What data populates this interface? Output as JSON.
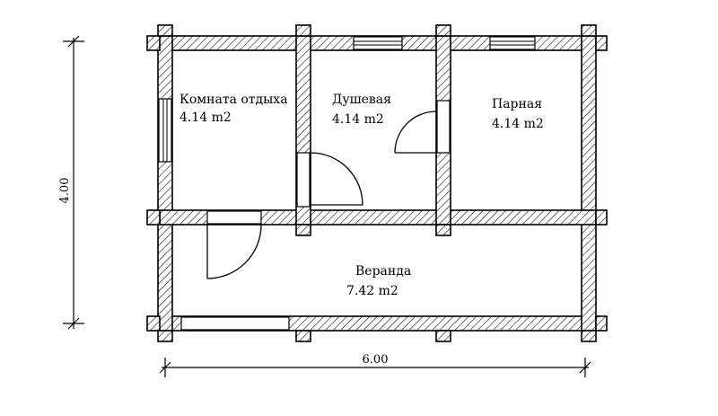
{
  "rooms": [
    {
      "name": "Комната отдыха",
      "area": "4.14 m2"
    },
    {
      "name": "Душевая",
      "area": "4.14 m2"
    },
    {
      "name": "Парная",
      "area": "4.14 m2"
    },
    {
      "name": "Веранда",
      "area": "7.42 m2"
    }
  ],
  "dimensions": {
    "width": "6.00",
    "height": "4.00"
  }
}
